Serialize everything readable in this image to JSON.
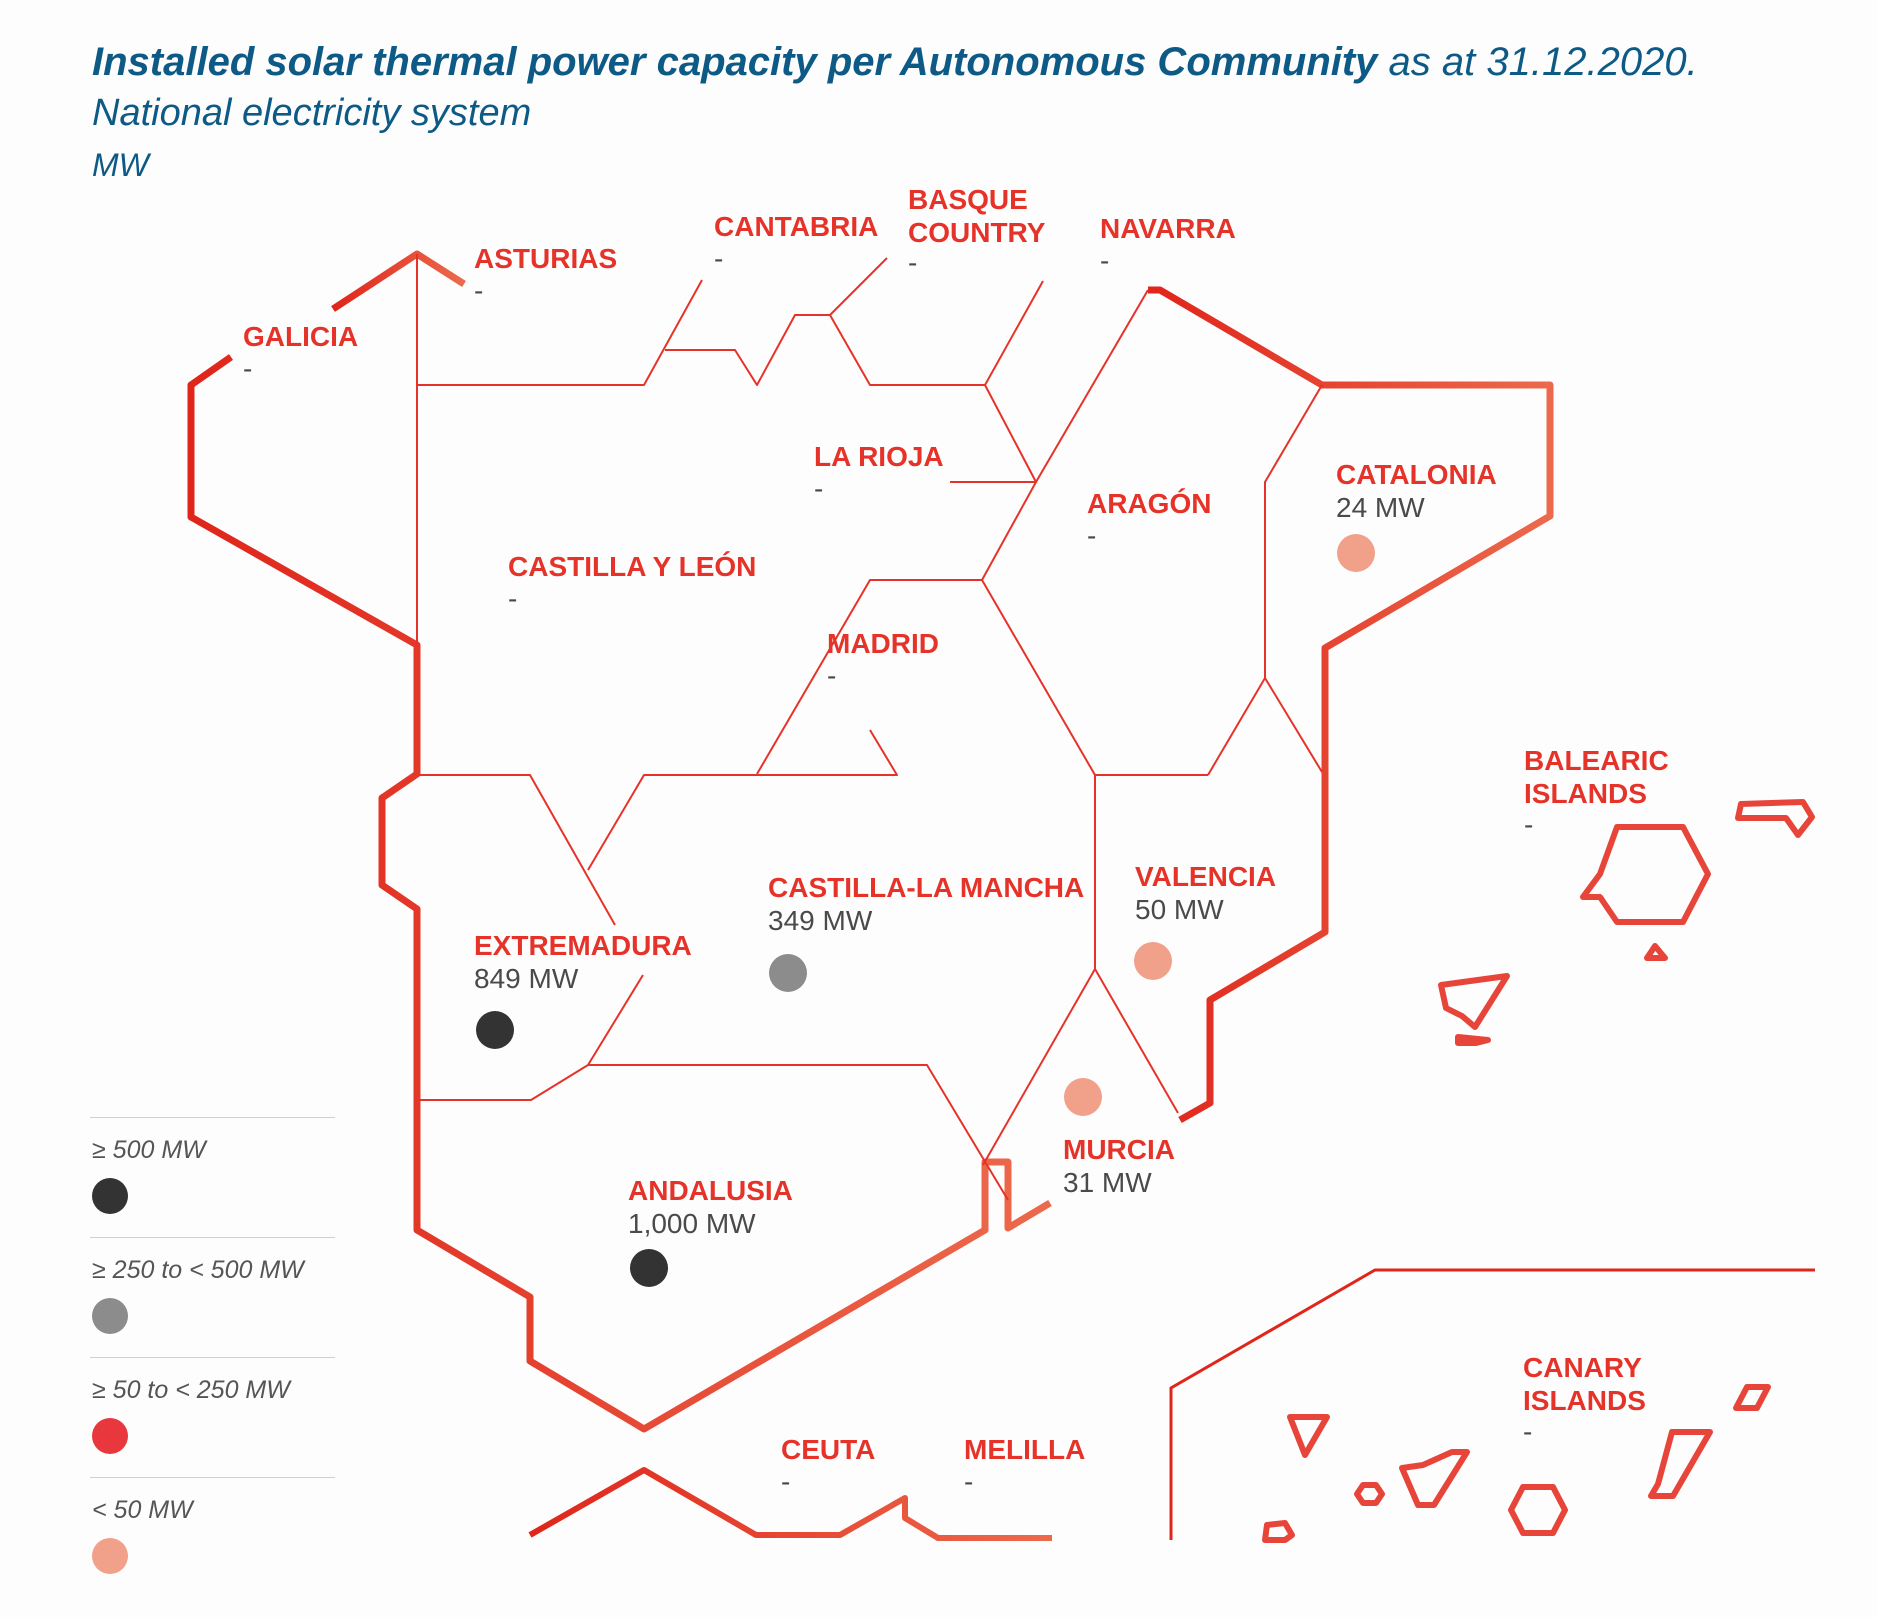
{
  "title": {
    "bold": "Installed solar thermal power capacity per Autonomous Community",
    "rest": " as at 31.12.2020.",
    "subtitle": "National electricity system",
    "unit": "MW"
  },
  "regions": [
    {
      "name": "GALICIA",
      "value": "-"
    },
    {
      "name": "ASTURIAS",
      "value": "-"
    },
    {
      "name": "CANTABRIA",
      "value": "-"
    },
    {
      "name": "BASQUE",
      "name2": "COUNTRY",
      "value": "-"
    },
    {
      "name": "NAVARRA",
      "value": "-"
    },
    {
      "name": "LA RIOJA",
      "value": "-"
    },
    {
      "name": "ARAGÓN",
      "value": "-"
    },
    {
      "name": "CATALONIA",
      "value": "24 MW",
      "mw": 24,
      "category": "< 50 MW"
    },
    {
      "name": "CASTILLA Y LEÓN",
      "value": "-"
    },
    {
      "name": "MADRID",
      "value": "-"
    },
    {
      "name": "CASTILLA-LA MANCHA",
      "value": "349 MW",
      "mw": 349,
      "category": "≥ 250 to < 500 MW"
    },
    {
      "name": "VALENCIA",
      "value": "50 MW",
      "mw": 50,
      "category": "< 50 MW"
    },
    {
      "name": "EXTREMADURA",
      "value": "849 MW",
      "mw": 849,
      "category": "≥ 500 MW"
    },
    {
      "name": "MURCIA",
      "value": "31 MW",
      "mw": 31,
      "category": "< 50 MW"
    },
    {
      "name": "ANDALUSIA",
      "value": "1,000 MW",
      "mw": 1000,
      "category": "≥ 500 MW"
    },
    {
      "name": "BALEARIC",
      "name2": "ISLANDS",
      "value": "-"
    },
    {
      "name": "CEUTA",
      "value": "-"
    },
    {
      "name": "MELILLA",
      "value": "-"
    },
    {
      "name": "CANARY",
      "name2": "ISLANDS",
      "value": "-"
    }
  ],
  "legend": [
    {
      "label": "≥ 500 MW",
      "color": "#333333"
    },
    {
      "label": "≥ 250 to < 500 MW",
      "color": "#8c8c8c"
    },
    {
      "label": "≥ 50 to < 250 MW",
      "color": "#e8383d"
    },
    {
      "label": "< 50 MW",
      "color": "#f1a08a"
    }
  ],
  "colors": {
    "title": "#0e5a86",
    "border_red": "#e0251b",
    "border_orange": "#e8563a",
    "label_red": "#e63329"
  }
}
